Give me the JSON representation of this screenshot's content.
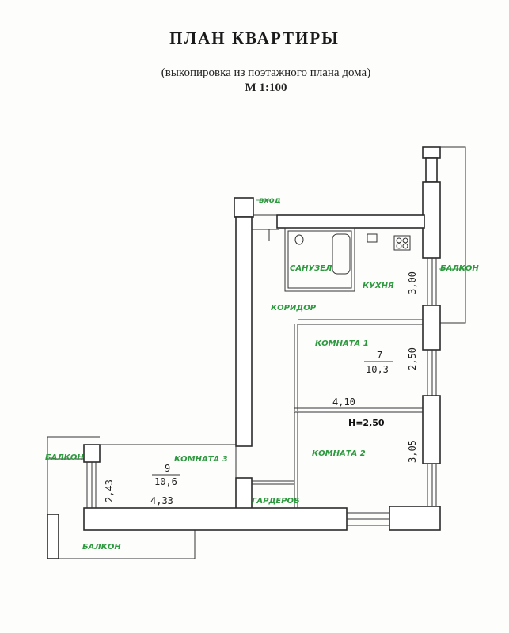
{
  "header": {
    "title": "ПЛАН КВАРТИРЫ",
    "subtitle": "(выкопировка из поэтажного плана дома)",
    "scale": "М 1:100"
  },
  "labels": {
    "entrance": "вход",
    "bathroom": "САНУЗЕЛ",
    "kitchen": "КУХНЯ",
    "corridor": "КОРИДОР",
    "room1": "КОМНАТА 1",
    "room2": "КОМНАТА 2",
    "room3": "КОМНАТА 3",
    "wardrobe": "ГАРДЕРОБ",
    "balcony_right": "БАЛКОН",
    "balcony_left": "БАЛКОН",
    "balcony_bottom": "БАЛКОН",
    "ceiling_height": "Н=2,50"
  },
  "room1": {
    "number": "7",
    "area": "10,3"
  },
  "room3": {
    "number": "9",
    "area": "10,6"
  },
  "dimensions": {
    "kitchen_width": "3,00",
    "room1_width": "2,50",
    "room1_length": "4,10",
    "room2_width": "3,05",
    "room3_width": "2,43",
    "room3_length": "4,33"
  }
}
